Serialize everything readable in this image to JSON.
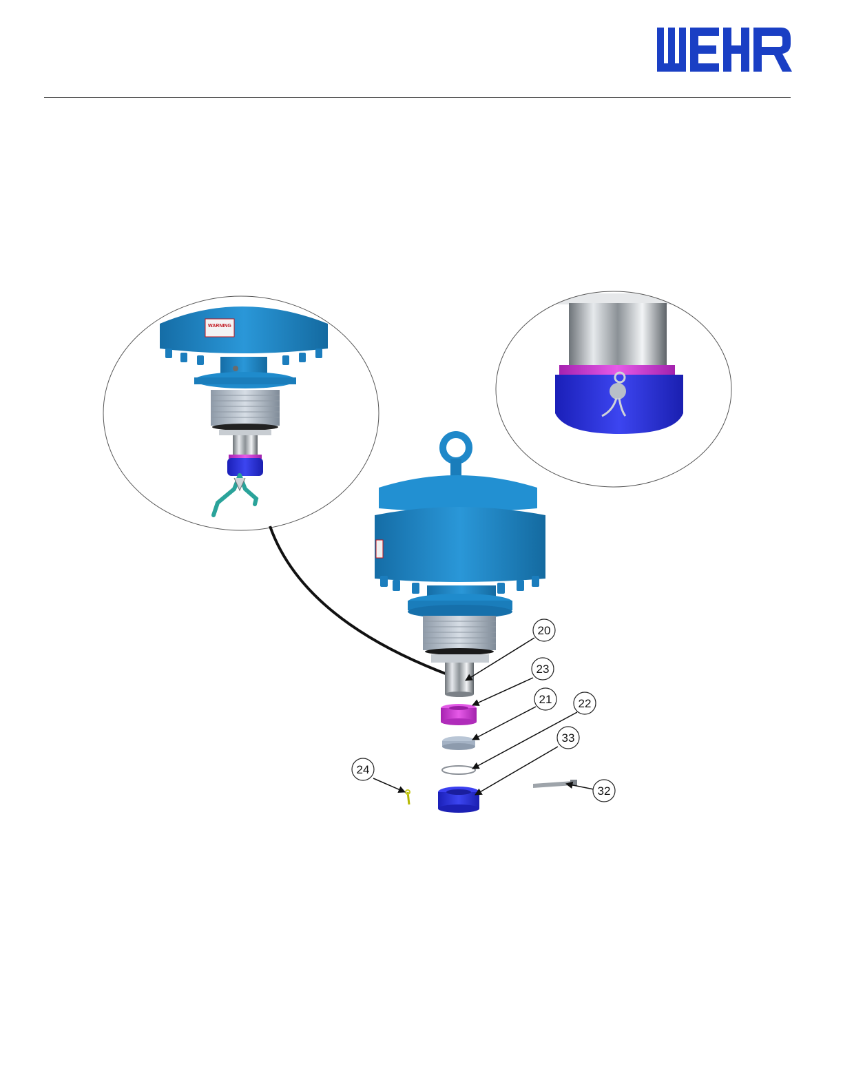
{
  "brand": {
    "name": "WEIR",
    "color": "#1a3fc4"
  },
  "colors": {
    "housing": "#1e86c8",
    "housing_dark": "#156da6",
    "bushing_ring": "#d23fd6",
    "retainer_nut": "#2a2fe0",
    "steel": "#b9bfc6"
  },
  "detail_label": {
    "warning": "WARNING"
  },
  "callouts": [
    {
      "id": "callout-20",
      "label": "20"
    },
    {
      "id": "callout-23",
      "label": "23"
    },
    {
      "id": "callout-21",
      "label": "21"
    },
    {
      "id": "callout-22",
      "label": "22"
    },
    {
      "id": "callout-33",
      "label": "33"
    },
    {
      "id": "callout-24",
      "label": "24"
    },
    {
      "id": "callout-32",
      "label": "32"
    }
  ]
}
